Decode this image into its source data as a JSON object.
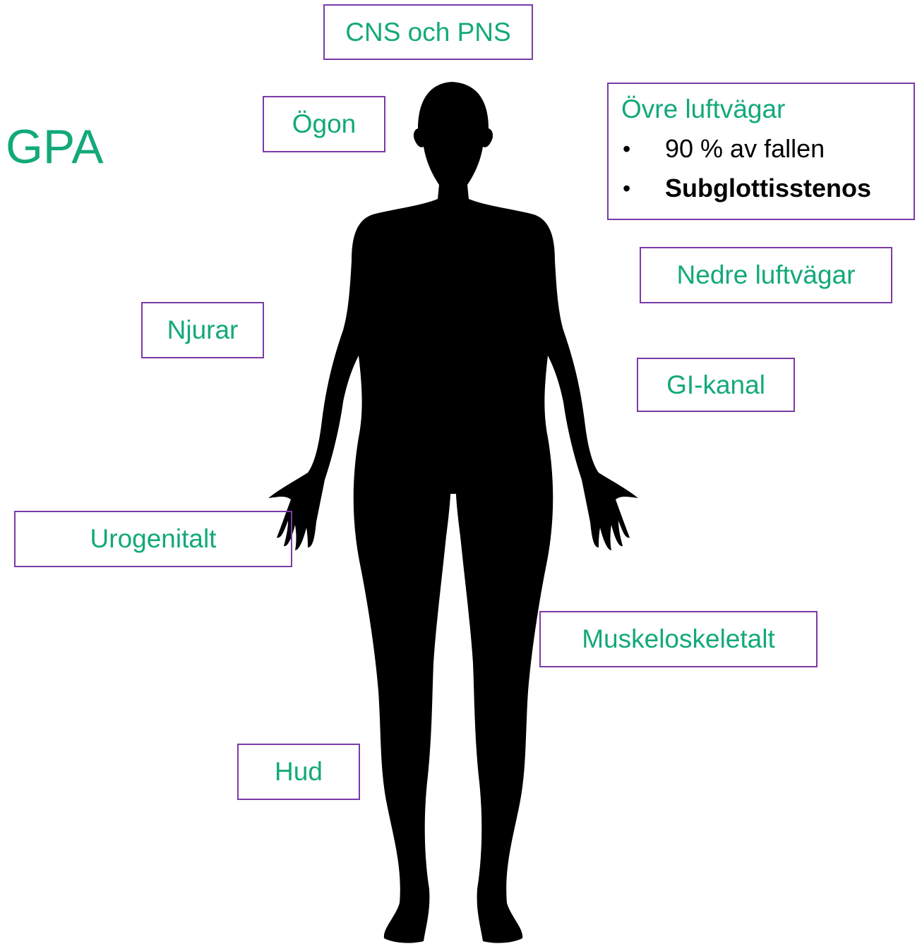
{
  "title": "GPA",
  "labels": {
    "cns": "CNS och PNS",
    "eyes": "Ögon",
    "kidneys": "Njurar",
    "lower_airways": "Nedre luftvägar",
    "gi": "GI-kanal",
    "urogenital": "Urogenitalt",
    "musculoskeletal": "Muskeloskeletalt",
    "skin": "Hud"
  },
  "upper_airways": {
    "heading": "Övre luftvägar",
    "bullets": [
      {
        "text": "90 % av fallen",
        "bold": false
      },
      {
        "text": "Subglottisstenos",
        "bold": true
      }
    ]
  },
  "colors": {
    "text_accent": "#13a97a",
    "box_border": "#7b3aa7",
    "silhouette": "#000000"
  }
}
